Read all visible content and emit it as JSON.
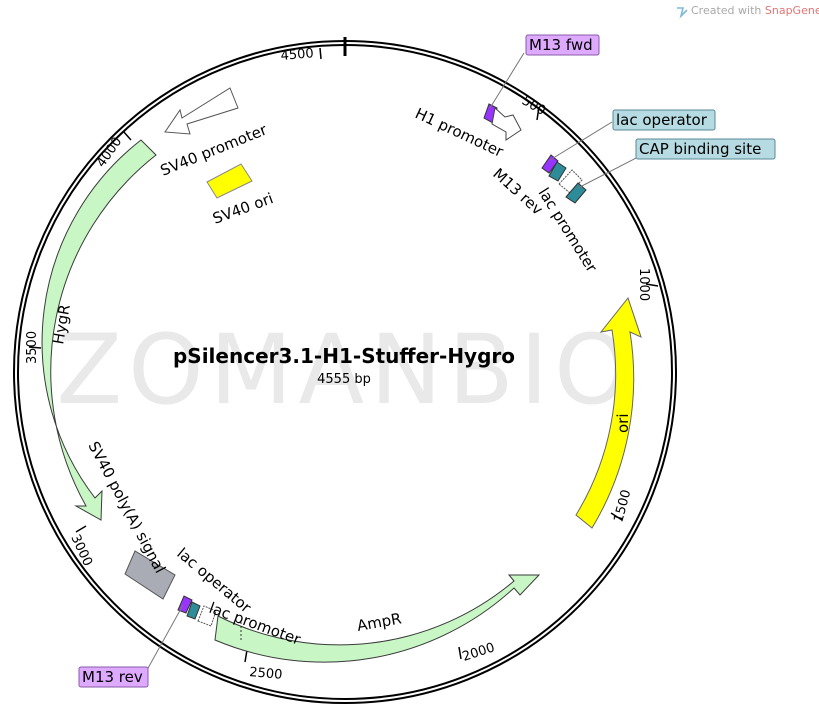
{
  "credit": {
    "prefix": "Created with ",
    "brand": "SnapGene",
    "mark": "®"
  },
  "watermark": "ZOMANBIO",
  "plasmid": {
    "name": "pSilencer3.1-H1-Stuffer-Hygro",
    "size_label": "4555 bp"
  },
  "ticks": [
    "500",
    "1000",
    "1500",
    "2000",
    "2500",
    "3000",
    "3500",
    "4000",
    "4500"
  ],
  "features": {
    "h1_promoter": "H1 promoter",
    "m13_rev_top": "M13 rev",
    "lac_promoter_top": "lac promoter",
    "sv40_promoter": "SV40 promoter",
    "sv40_ori": "SV40 ori",
    "hygr": "HygR",
    "ori": "ori",
    "sv40_polya": "SV40 poly(A) signal",
    "lac_operator_bottom": "lac operator",
    "lac_promoter_bottom": "lac promoter",
    "ampr": "AmpR"
  },
  "callouts": {
    "m13_fwd": "M13 fwd",
    "lac_operator": "lac operator",
    "cap_binding_site": "CAP binding site",
    "m13_rev_bottom": "M13 rev"
  },
  "colors": {
    "green_feature": "#c8f7c5",
    "yellow_feature": "#ffff00",
    "gray_feature": "#a9acb4",
    "primer": "#9933ff",
    "operator": "#2e8b99",
    "callout_purple": "#ddaaff",
    "callout_blue": "#b7dbe2"
  }
}
